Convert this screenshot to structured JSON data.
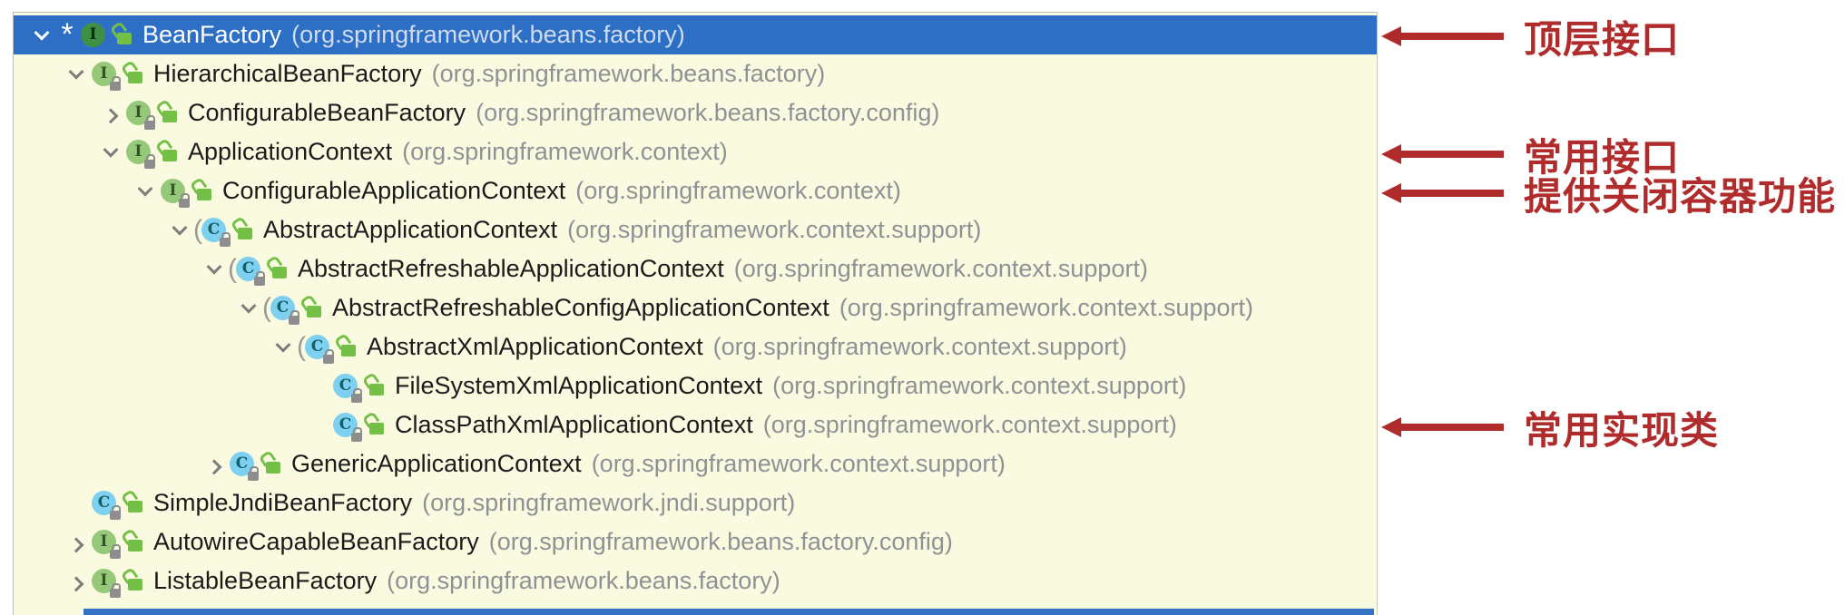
{
  "tree": {
    "rows": [
      {
        "name": "BeanFactory",
        "package": "(org.springframework.beans.factory)",
        "marker": "*"
      },
      {
        "name": "HierarchicalBeanFactory",
        "package": "(org.springframework.beans.factory)"
      },
      {
        "name": "ConfigurableBeanFactory",
        "package": "(org.springframework.beans.factory.config)"
      },
      {
        "name": "ApplicationContext",
        "package": "(org.springframework.context)"
      },
      {
        "name": "ConfigurableApplicationContext",
        "package": "(org.springframework.context)"
      },
      {
        "name": "AbstractApplicationContext",
        "package": "(org.springframework.context.support)"
      },
      {
        "name": "AbstractRefreshableApplicationContext",
        "package": "(org.springframework.context.support)"
      },
      {
        "name": "AbstractRefreshableConfigApplicationContext",
        "package": "(org.springframework.context.support)"
      },
      {
        "name": "AbstractXmlApplicationContext",
        "package": "(org.springframework.context.support)"
      },
      {
        "name": "FileSystemXmlApplicationContext",
        "package": "(org.springframework.context.support)"
      },
      {
        "name": "ClassPathXmlApplicationContext",
        "package": "(org.springframework.context.support)"
      },
      {
        "name": "GenericApplicationContext",
        "package": "(org.springframework.context.support)"
      },
      {
        "name": "SimpleJndiBeanFactory",
        "package": "(org.springframework.jndi.support)"
      },
      {
        "name": "AutowireCapableBeanFactory",
        "package": "(org.springframework.beans.factory.config)"
      },
      {
        "name": "ListableBeanFactory",
        "package": "(org.springframework.beans.factory)"
      }
    ]
  },
  "icons": {
    "interface_letter": "I",
    "class_letter": "C",
    "abstract_marker": "(",
    "current_marker": "*"
  },
  "annotations": {
    "items": [
      {
        "label": "顶层接口"
      },
      {
        "label": "常用接口"
      },
      {
        "label": "提供关闭容器功能"
      },
      {
        "label": "常用实现类"
      }
    ]
  },
  "colors": {
    "selection_blue": "#2D6FC4",
    "panel_background": "#FAFAE1",
    "annotation_red": "#B02C2C",
    "interface_icon_green": "#95C878",
    "class_icon_cyan": "#7ED0F0",
    "public_lock_green": "#74BF45"
  }
}
